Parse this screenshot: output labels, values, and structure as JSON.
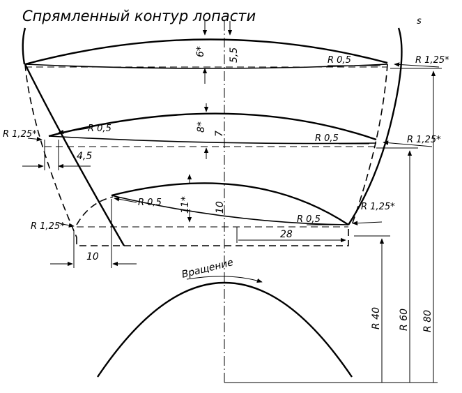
{
  "title": "Спрямленный контур лопасти",
  "rotation_label": "Вращение",
  "corner_mark": "s",
  "dimensions": {
    "thick_top": "6*",
    "thick_top_2": "5,5",
    "thick_mid": "8*",
    "thick_mid_2": "7",
    "thick_low": "11*",
    "thick_low_2": "10",
    "offset_45": "4,5",
    "offset_10": "10",
    "length_28": "28"
  },
  "radii": {
    "r05_top_right": "R 0,5",
    "r125_top_right": "R 1,25*",
    "r05_mid_left": "R 0,5",
    "r125_mid_left": "R 1,25*",
    "r05_mid_right": "R 0,5",
    "r125_mid_right": "R 1,25*",
    "r05_low_left": "R 0,5",
    "r125_low_left": "R 1,25*",
    "r05_low_right": "R 0,5",
    "r125_low_right": "R 1,25*",
    "r40": "R 40",
    "r60": "R 60",
    "r80": "R 80"
  }
}
